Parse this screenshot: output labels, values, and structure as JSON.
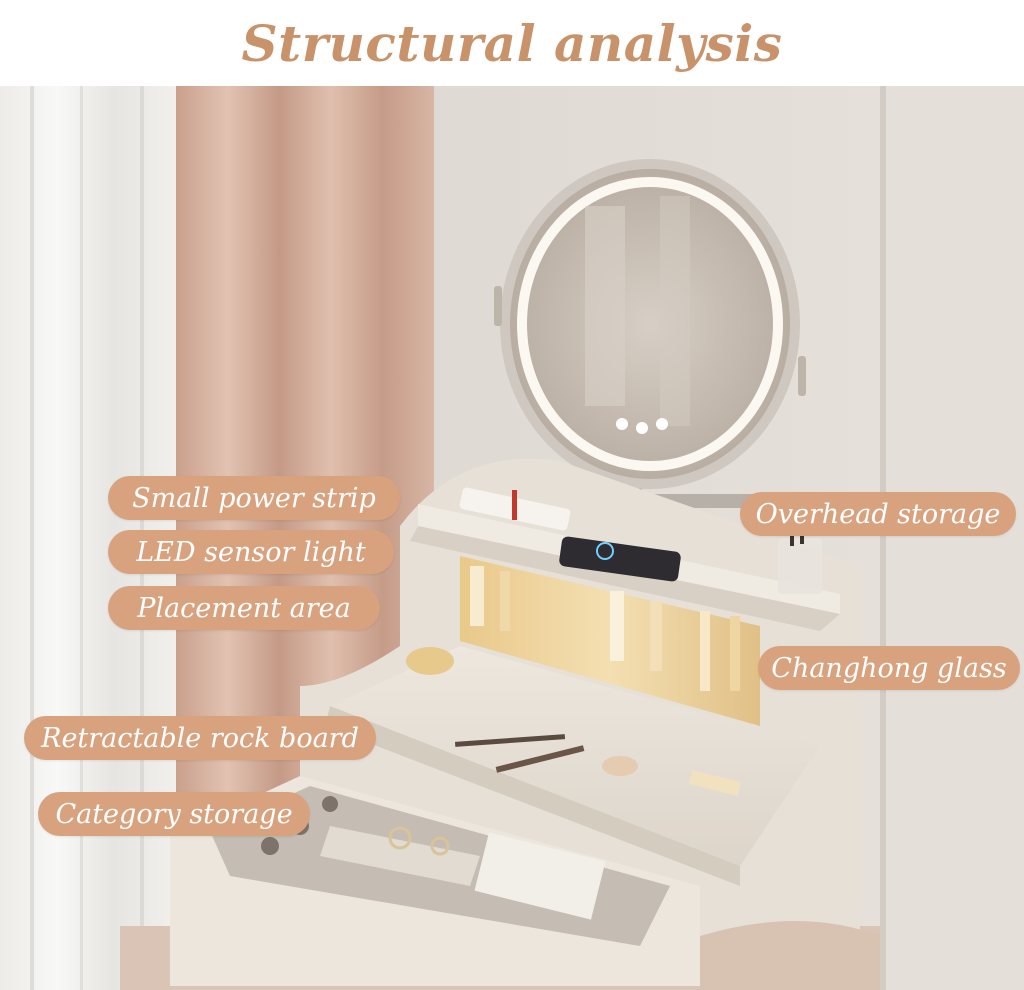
{
  "title": "Structural analysis",
  "colors": {
    "title": "#c8936a",
    "label_bg": "#d9a27e",
    "label_text": "#ffffff"
  },
  "labels": {
    "small_power_strip": "Small power strip",
    "led_sensor_light": "LED sensor light",
    "placement_area": "Placement area",
    "retractable_rock_board": "Retractable rock board",
    "category_storage": "Category storage",
    "overhead_storage": "Overhead storage",
    "changhong_glass": "Changhong glass"
  }
}
